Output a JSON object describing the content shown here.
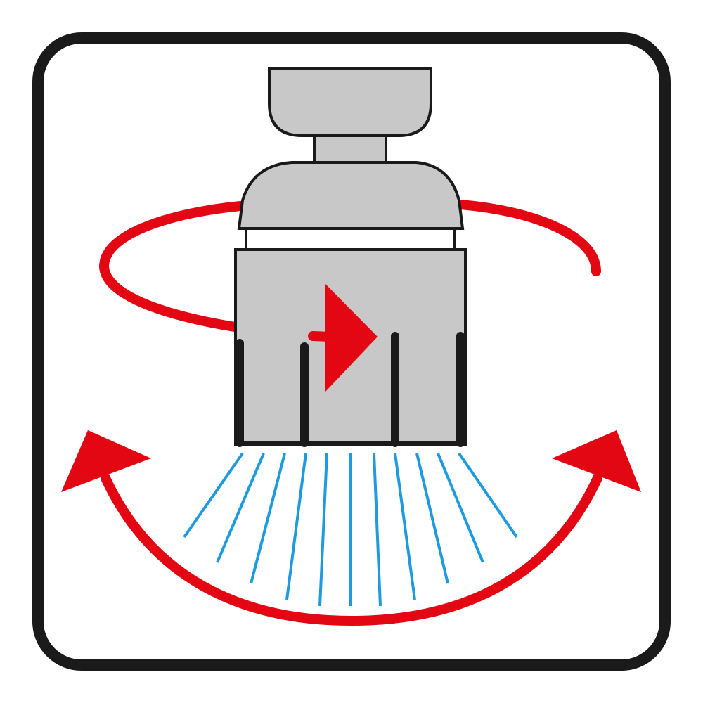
{
  "icon": {
    "name": "swivel-aerator-icon",
    "depicts": [
      "faucet-aerator",
      "rotation-arrow",
      "tilt-arrow",
      "water-spray"
    ]
  },
  "colors": {
    "frame": "#1a1a1a",
    "background": "#ffffff",
    "body_fill": "#c8c8c8",
    "outline": "#1a1a1a",
    "arrow_red": "#e30613",
    "water_blue": "#1e9be0"
  }
}
